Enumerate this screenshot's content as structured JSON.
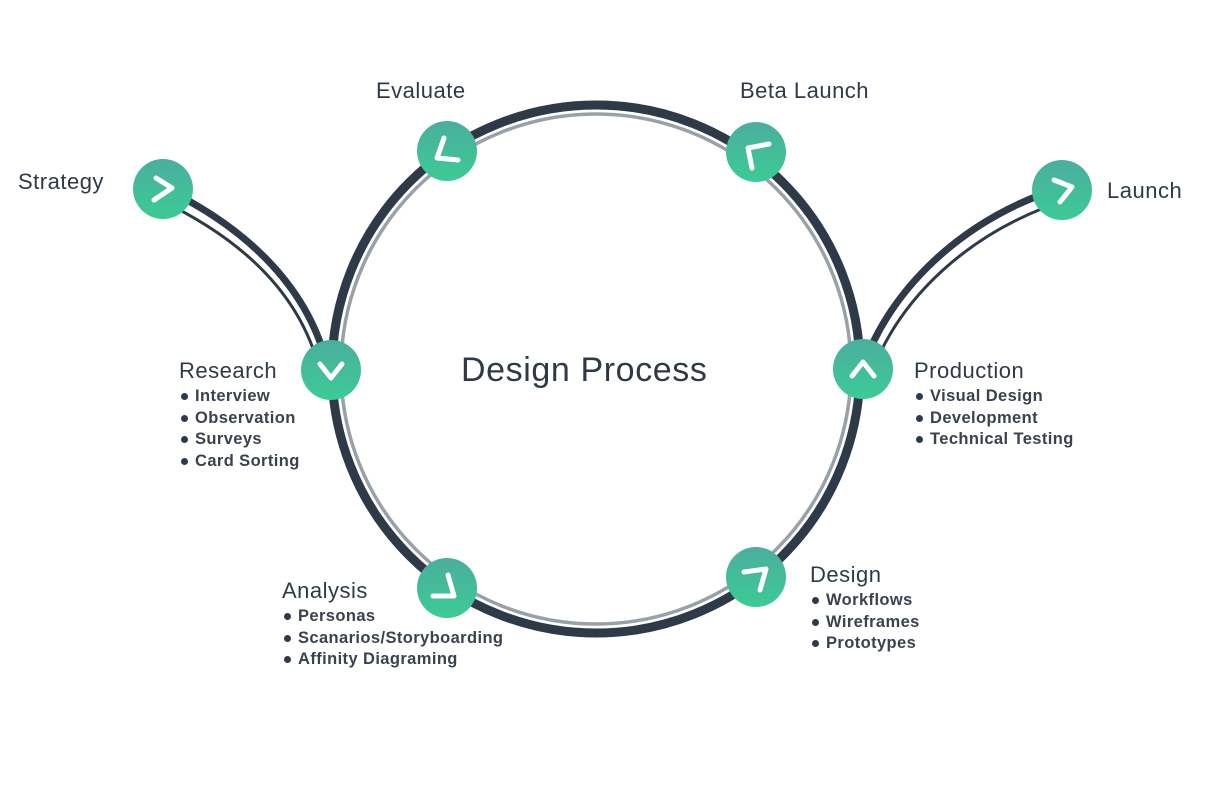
{
  "title": "Design Process",
  "colors": {
    "track_dark": "#2f3a48",
    "track_light": "#9aa0a8",
    "node_top": "#4aae9e",
    "node_bottom": "#3ccb95",
    "chevron": "#ffffff"
  },
  "nodes": {
    "strategy": {
      "label": "Strategy",
      "icon": "chevron-right-icon"
    },
    "evaluate": {
      "label": "Evaluate",
      "icon": "chevron-left-icon"
    },
    "beta_launch": {
      "label": "Beta Launch",
      "icon": "chevron-left-icon"
    },
    "launch": {
      "label": "Launch",
      "icon": "chevron-right-icon"
    },
    "research": {
      "label": "Research",
      "icon": "chevron-down-icon",
      "items": [
        "Interview",
        "Observation",
        "Surveys",
        "Card Sorting"
      ]
    },
    "production": {
      "label": "Production",
      "icon": "chevron-up-icon",
      "items": [
        "Visual Design",
        "Development",
        "Technical Testing"
      ]
    },
    "analysis": {
      "label": "Analysis",
      "icon": "chevron-right-icon",
      "items": [
        "Personas",
        "Scanarios/Storyboarding",
        "Affinity Diagraming"
      ]
    },
    "design": {
      "label": "Design",
      "icon": "chevron-right-icon",
      "items": [
        "Workflows",
        "Wireframes",
        "Prototypes"
      ]
    }
  }
}
